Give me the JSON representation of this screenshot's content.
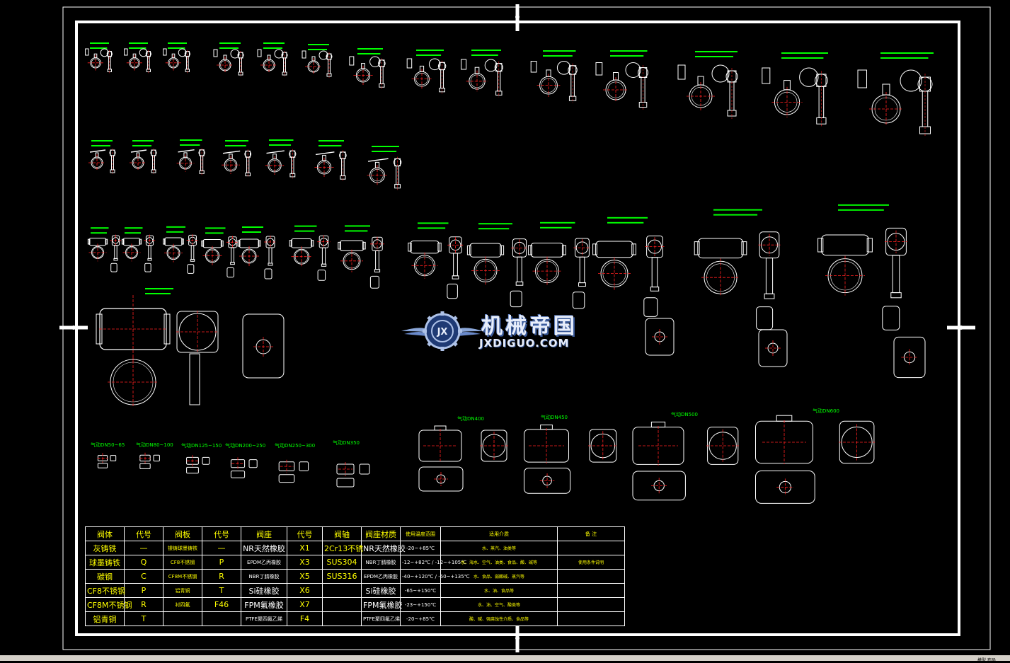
{
  "colors": {
    "background": "#000000",
    "frame": "#ffffff",
    "valve_body": "#ffffff",
    "centerline": "#ff2020",
    "label": "#00ff00",
    "accent": "#ffff00"
  },
  "watermark": {
    "logo_text": "JX",
    "brand_cn": "机械帝国",
    "brand_en": "JXDIGUO.COM"
  },
  "drawing_labels": {
    "row5": [
      "气动DN50~65",
      "气动DN80~100",
      "气动DN125~150",
      "气动DN200~250",
      "气动DN250~300",
      "气动DN350"
    ],
    "row6": [
      "气动DN400",
      "气动DN450",
      "气动DN500",
      "气动DN600"
    ]
  },
  "material_table": {
    "headers": [
      "阀体",
      "代号",
      "阀板",
      "代号",
      "阀座",
      "代号",
      "阀轴",
      "阀座材质",
      "使用温度范围",
      "适用介质",
      "备 注"
    ],
    "rows": [
      [
        "灰铸铁",
        "—",
        "镍铸球墨铸铁",
        "—",
        "NR天然橡胶",
        "X1",
        "2Cr13不锈",
        "NR天然橡胶",
        "-20~+85℃",
        "水、蒸汽、油类等",
        ""
      ],
      [
        "球墨铸铁",
        "Q",
        "CF8不锈钢",
        "P",
        "EPDM乙丙橡胶",
        "X3",
        "SUS304",
        "NBR丁腈橡胶",
        "-12~+82℃ / -12~+105℃",
        "水、海水、空气、油类、食品、酸、碱等",
        "使用条件说明"
      ],
      [
        "碳钢",
        "C",
        "CF8M不锈钢",
        "R",
        "NBR丁腈橡胶",
        "X5",
        "SUS316",
        "EPDM乙丙橡胶",
        "-40~+120℃ / -50~+135℃",
        "水、食品、弱酸碱、蒸汽等",
        ""
      ],
      [
        "CF8不锈钢",
        "P",
        "铝青铜",
        "T",
        "Si硅橡胶",
        "X6",
        "",
        "Si硅橡胶",
        "-65~+150℃",
        "水、油、食品等",
        ""
      ],
      [
        "CF8M不锈钢",
        "R",
        "衬四氟",
        "F46",
        "FPM氟橡胶",
        "X7",
        "",
        "FPM氟橡胶",
        "-23~+150℃",
        "水、油、空气、酸类等",
        ""
      ],
      [
        "铝青铜",
        "T",
        "",
        "",
        "PTFE聚四氟乙烯",
        "F4",
        "",
        "PTFE聚四氟乙烯",
        "-20~+85℃",
        "酸、碱、强腐蚀性介质、食品等",
        ""
      ]
    ]
  },
  "status_tab": "模型 布局"
}
